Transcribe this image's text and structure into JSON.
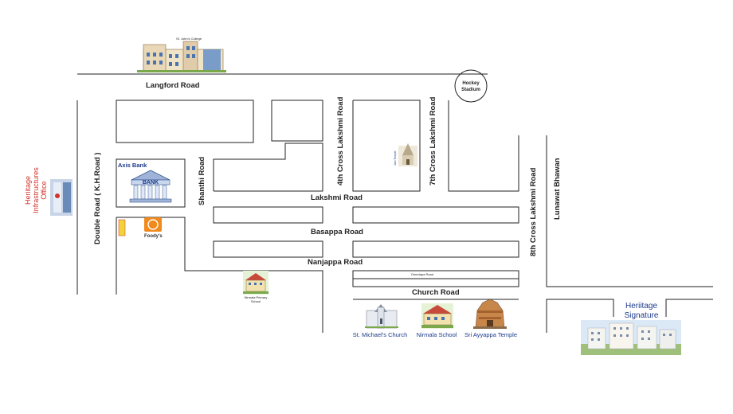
{
  "roads": {
    "langford": "Langford Road",
    "double": "Double Road ( K.H.Road )",
    "shanthi": "Shanthi Road",
    "lakshmi": "Lakshmi Road",
    "basappa": "Basappa Road",
    "nanjappa": "Nanjappa Road",
    "church": "Church Road",
    "fourth_cross": "4th Cross Lakshmi Road",
    "seventh_cross": "7th Cross Lakshmi Road",
    "eighth_cross": "8th Cross Lakshmi Road",
    "lunawat": "Lunawat Bhawan",
    "osmdapa": "Osmdapa Road"
  },
  "landmarks": {
    "st_johns_college": "St. John's College",
    "hockey_stadium_line1": "Hockey",
    "hockey_stadium_line2": "Stadium",
    "axis_bank": "Axis  Bank",
    "bank_sign": "BANK",
    "foodys": "Foody's",
    "nirmala_primary_line1": "Nirmala Primary",
    "nirmala_primary_line2": "School",
    "st_michaels_church": "St. Michael's Church",
    "nirmala_school": "Nirmala School",
    "sri_ayyappa_temple": "Sri Ayyappa Temple",
    "jain_temple": "Jain Temple",
    "heritage_office_line1": "Heriitage",
    "heritage_office_line2": "Infrastructures",
    "heritage_office_line3": "Office",
    "heritage_signature_line1": "Heriitage",
    "heritage_signature_line2": "Signature"
  },
  "colors": {
    "line": "#222222",
    "accent_blue": "#1a3a8a",
    "accent_red": "#d0342c"
  }
}
